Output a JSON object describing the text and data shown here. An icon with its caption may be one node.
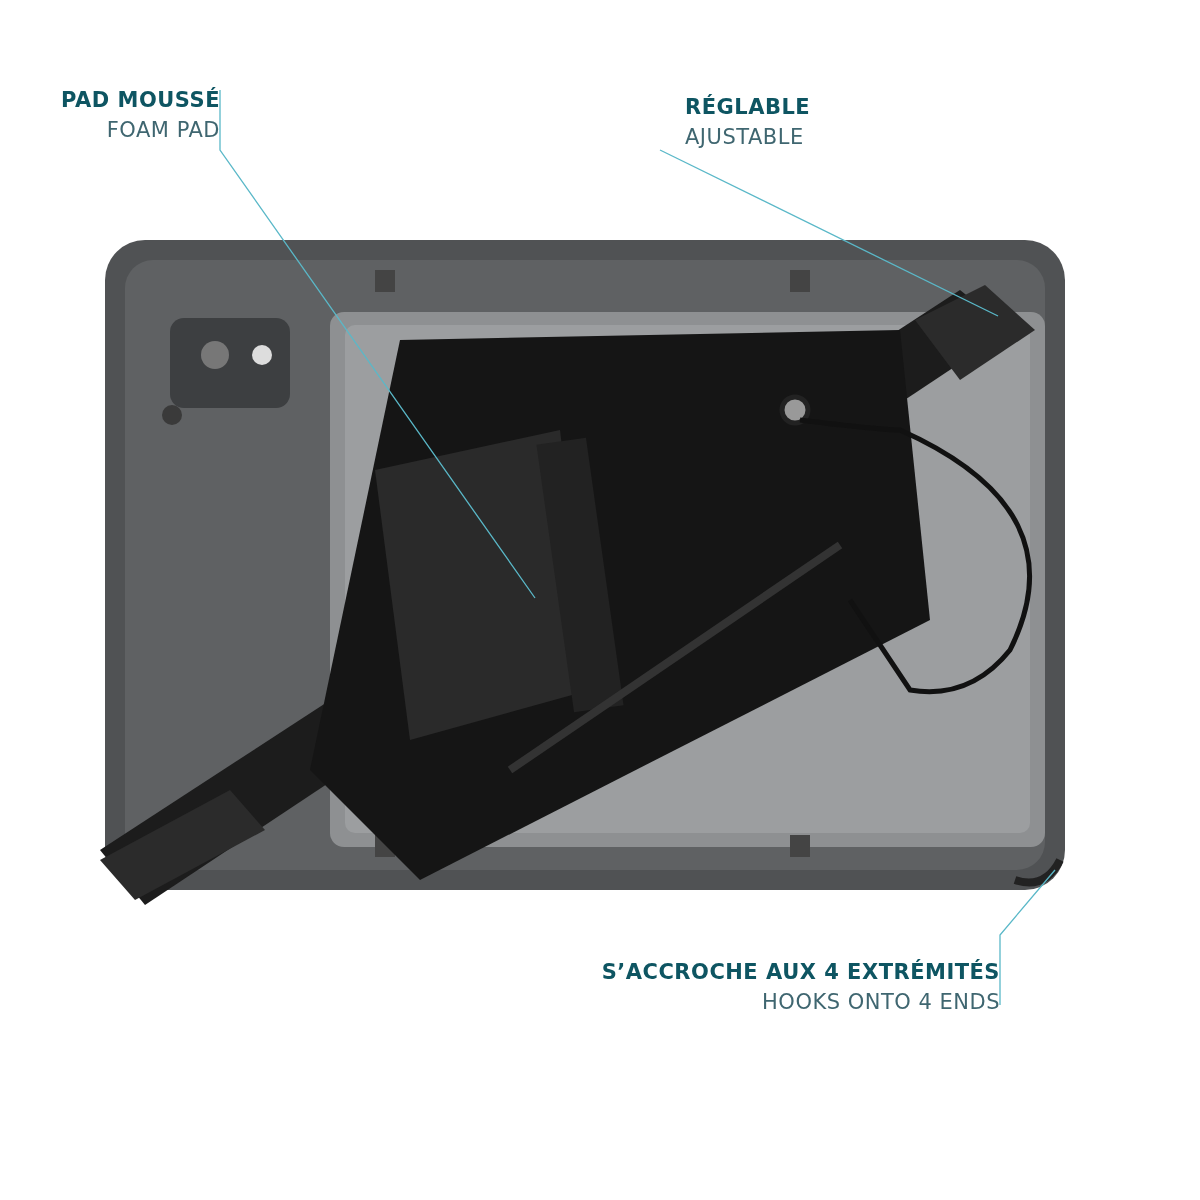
{
  "diagram": {
    "nodes": [
      {
        "text": [
          "PAD MOUSSÉ",
          "FOAM PAD"
        ]
      },
      {
        "text": [
          "RÉGLABLE",
          "AJUSTABLE"
        ]
      },
      {
        "text": [
          "S’ACCROCHE AUX 4 EXTRÉMITÉS",
          "HOOKS ONTO 4 ENDS"
        ]
      }
    ],
    "edges": [
      {
        "from": 0,
        "to": null,
        "arrow": "none"
      },
      {
        "from": 1,
        "to": null,
        "arrow": "none"
      },
      {
        "from": 2,
        "to": null,
        "arrow": "none"
      }
    ]
  }
}
